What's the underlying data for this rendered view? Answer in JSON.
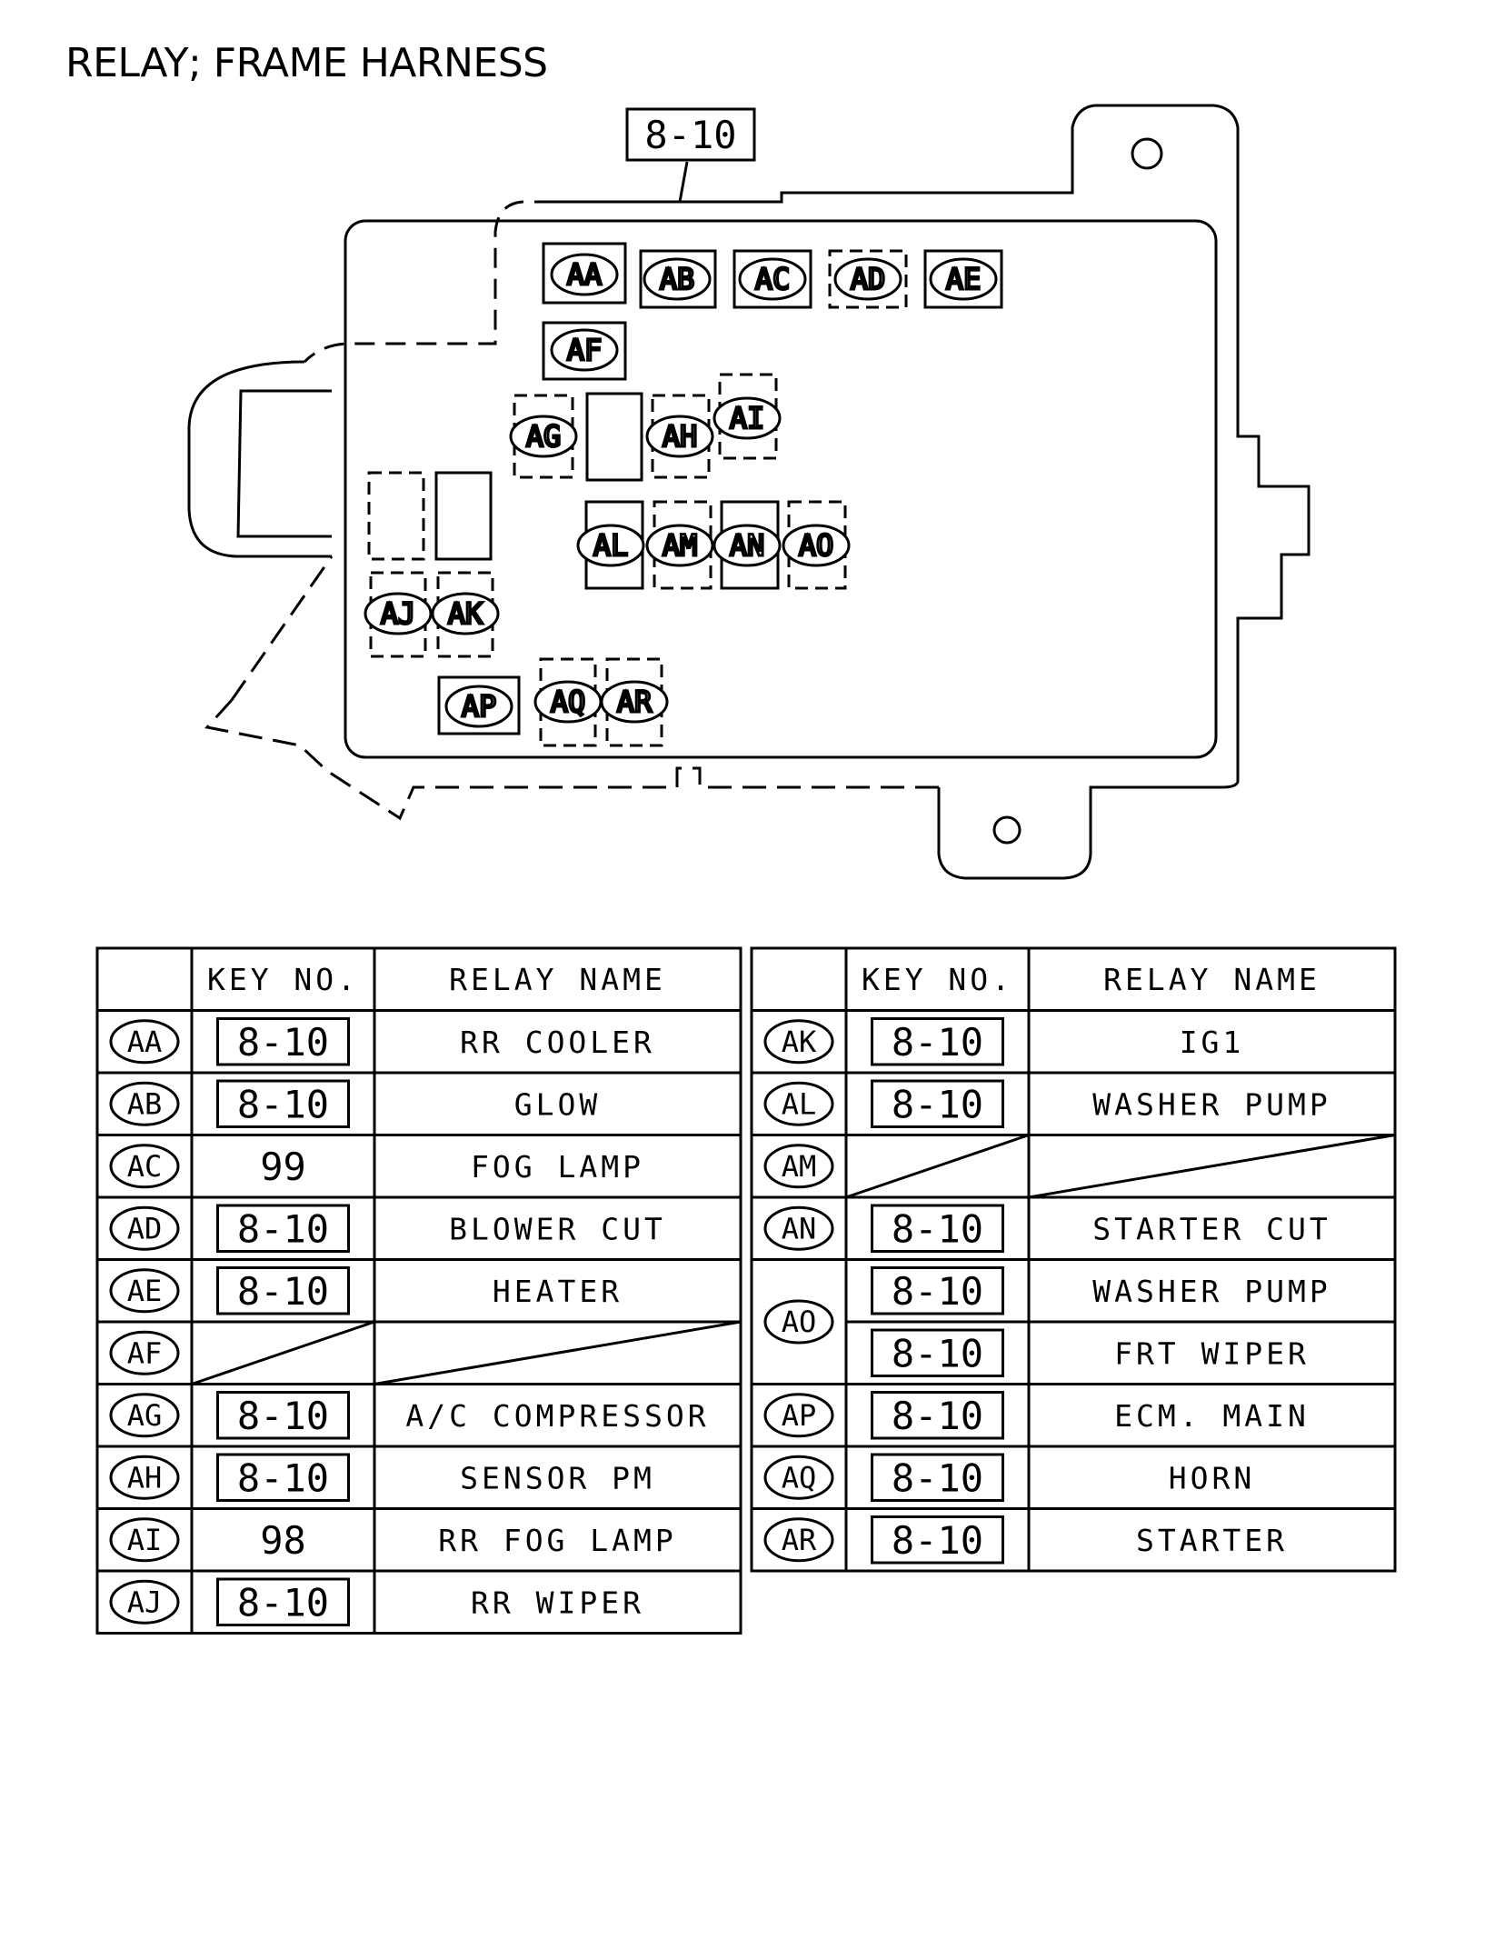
{
  "title": "RELAY; FRAME HARNESS",
  "diagram": {
    "top_key": "8-10",
    "relays": [
      "AA",
      "AB",
      "AC",
      "AD",
      "AE",
      "AF",
      "AG",
      "AH",
      "AI",
      "AJ",
      "AK",
      "AL",
      "AM",
      "AN",
      "AO",
      "AP",
      "AQ",
      "AR"
    ]
  },
  "table": {
    "headers": {
      "key": "KEY NO.",
      "name": "RELAY NAME"
    },
    "left": [
      {
        "id": "AA",
        "key": "8-10",
        "key_boxed": true,
        "name": "RR COOLER"
      },
      {
        "id": "AB",
        "key": "8-10",
        "key_boxed": true,
        "name": "GLOW"
      },
      {
        "id": "AC",
        "key": "99",
        "key_boxed": false,
        "name": "FOG LAMP"
      },
      {
        "id": "AD",
        "key": "8-10",
        "key_boxed": true,
        "name": "BLOWER CUT"
      },
      {
        "id": "AE",
        "key": "8-10",
        "key_boxed": true,
        "name": "HEATER"
      },
      {
        "id": "AF",
        "key": "",
        "key_boxed": false,
        "name": "",
        "empty": true
      },
      {
        "id": "AG",
        "key": "8-10",
        "key_boxed": true,
        "name": "A/C COMPRESSOR"
      },
      {
        "id": "AH",
        "key": "8-10",
        "key_boxed": true,
        "name": "SENSOR PM"
      },
      {
        "id": "AI",
        "key": "98",
        "key_boxed": false,
        "name": "RR FOG LAMP"
      },
      {
        "id": "AJ",
        "key": "8-10",
        "key_boxed": true,
        "name": "RR WIPER"
      }
    ],
    "right": [
      {
        "id": "AK",
        "key": "8-10",
        "key_boxed": true,
        "name": "IG1"
      },
      {
        "id": "AL",
        "key": "8-10",
        "key_boxed": true,
        "name": "WASHER PUMP"
      },
      {
        "id": "AM",
        "key": "",
        "key_boxed": false,
        "name": "",
        "empty": true
      },
      {
        "id": "AN",
        "key": "8-10",
        "key_boxed": true,
        "name": "STARTER CUT"
      },
      {
        "id": "AO",
        "key": "8-10",
        "key_boxed": true,
        "name": "WASHER PUMP"
      },
      {
        "id": "",
        "key": "8-10",
        "key_boxed": true,
        "name": "FRT WIPER"
      },
      {
        "id": "AP",
        "key": "8-10",
        "key_boxed": true,
        "name": "ECM. MAIN"
      },
      {
        "id": "AQ",
        "key": "8-10",
        "key_boxed": true,
        "name": "HORN"
      },
      {
        "id": "AR",
        "key": "8-10",
        "key_boxed": true,
        "name": "STARTER"
      }
    ]
  }
}
